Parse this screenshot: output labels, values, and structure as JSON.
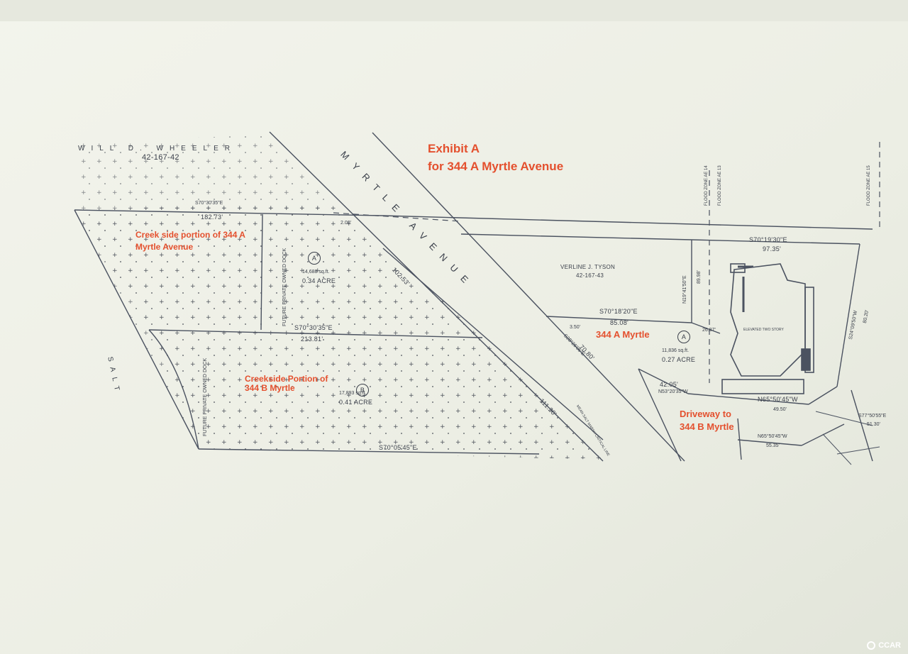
{
  "exhibit": {
    "title_line1": "Exhibit A",
    "title_line2": "for 344 A Myrtle Avenue"
  },
  "owners": {
    "wheeler_name": "WILL    D.    WHEELER",
    "wheeler_parcel": "42-167-42",
    "tyson_name": "VERLINE  J.  TYSON",
    "tyson_parcel": "42-167-43"
  },
  "street": {
    "name": "MYRTLE  AVENUE",
    "salt": "SALT"
  },
  "annotations": {
    "creek_a_line1": "Creek side portion of 344 A",
    "creek_a_line2": "Myrtle Avenue",
    "creek_b_line1": "Creekside Portion of",
    "creek_b_line2": "344 B Myrtle",
    "lot_a_label": "344 A  Myrtle",
    "driveway_line1": "Driveway to",
    "driveway_line2": "344 B Myrtle"
  },
  "parcels": {
    "a_circle": "A",
    "a_sqft": "14,688 sq.ft.",
    "a_acre": "0.34 ACRE",
    "b_circle": "B",
    "b_sqft": "17,893 sq.ft.",
    "b_acre": "0.41 ACRE",
    "house_circle": "A",
    "house_sqft": "11,836 sq.ft.",
    "house_acre": "0.27 ACRE"
  },
  "bearings": {
    "north_top": "S70°30'35\"E",
    "north_top_dist": "182.73'",
    "middle": "S70°30'35\"E",
    "middle_dist": "213.81'",
    "bottom": "S70°05'45\"E",
    "tyson_line": "S70°18'20\"E",
    "tyson_dist": "85.08'",
    "top_right": "S70°19'30\"E",
    "top_right_dist": "97.35'",
    "n19": "N19°41'50\"E",
    "n19_dist": "89.98'",
    "s28": "S28°26'05\"E",
    "s28_dist": "70.80'",
    "street_dist": "102.53'",
    "street_lower_dist": "111.20'",
    "n53": "N53°20'35\"W",
    "n53_dist": "42.05'",
    "n65": "N65°50'45\"W",
    "n65_dist": "49.50'",
    "n65_lower": "N65°50'45\"W",
    "n65_lower_dist": "55.35'",
    "s24": "S24°09'50\"W",
    "s24_dist": "80.20'",
    "s77": "S77°50'55\"E",
    "s77_dist": "51.30'"
  },
  "notes": {
    "dock_a": "FUTURE PRIVATE OWNED DOCK",
    "dock_b": "FUTURE PRIVATE OWNED DOCK",
    "flood_1": "FLOOD ZONE AE 14",
    "flood_2": "FLOOD ZONE AE 13",
    "flood_3": "FLOOD ZONE AE 15",
    "house": "ELEVATED TWO STORY",
    "small_dist_1": "3.50'",
    "small_dist_2": "2.00'",
    "small_dist_3": "26.87'",
    "salt_marsh": "MEAN SALT MARSH CRITICAL LINE"
  },
  "watermark": {
    "text": "CCAR"
  },
  "colors": {
    "screen_bg": "#eef0e6",
    "frame_bg": "#d8dcd4",
    "ink": "#3a3f4a",
    "annotation_red": "#e4502e"
  }
}
